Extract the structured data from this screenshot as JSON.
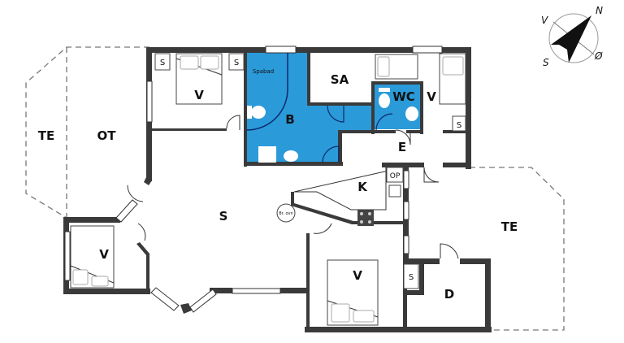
{
  "compass": {
    "labels": {
      "north": "N",
      "east": "Ø",
      "south": "S",
      "west": "V"
    }
  },
  "rooms": {
    "terrace_west": "TE",
    "open_terrace": "OT",
    "bedroom_top_left": "V",
    "bathroom": "B",
    "sauna": "SA",
    "wc": "WC",
    "bedroom_top_right": "V",
    "entrance": "E",
    "kitchen": "K",
    "living": "S",
    "bedroom_left": "V",
    "bedroom_bottom": "V",
    "terrace_east": "TE",
    "depot": "D"
  },
  "fixtures": {
    "spabad": "Spabad",
    "stove": "Br. ovn",
    "dishwasher": "OP",
    "storage": "S"
  },
  "colors": {
    "wet_room": "#2b9ad9",
    "wall": "#3a3a3a",
    "terrace_dash": "#777777",
    "background": "#ffffff"
  }
}
